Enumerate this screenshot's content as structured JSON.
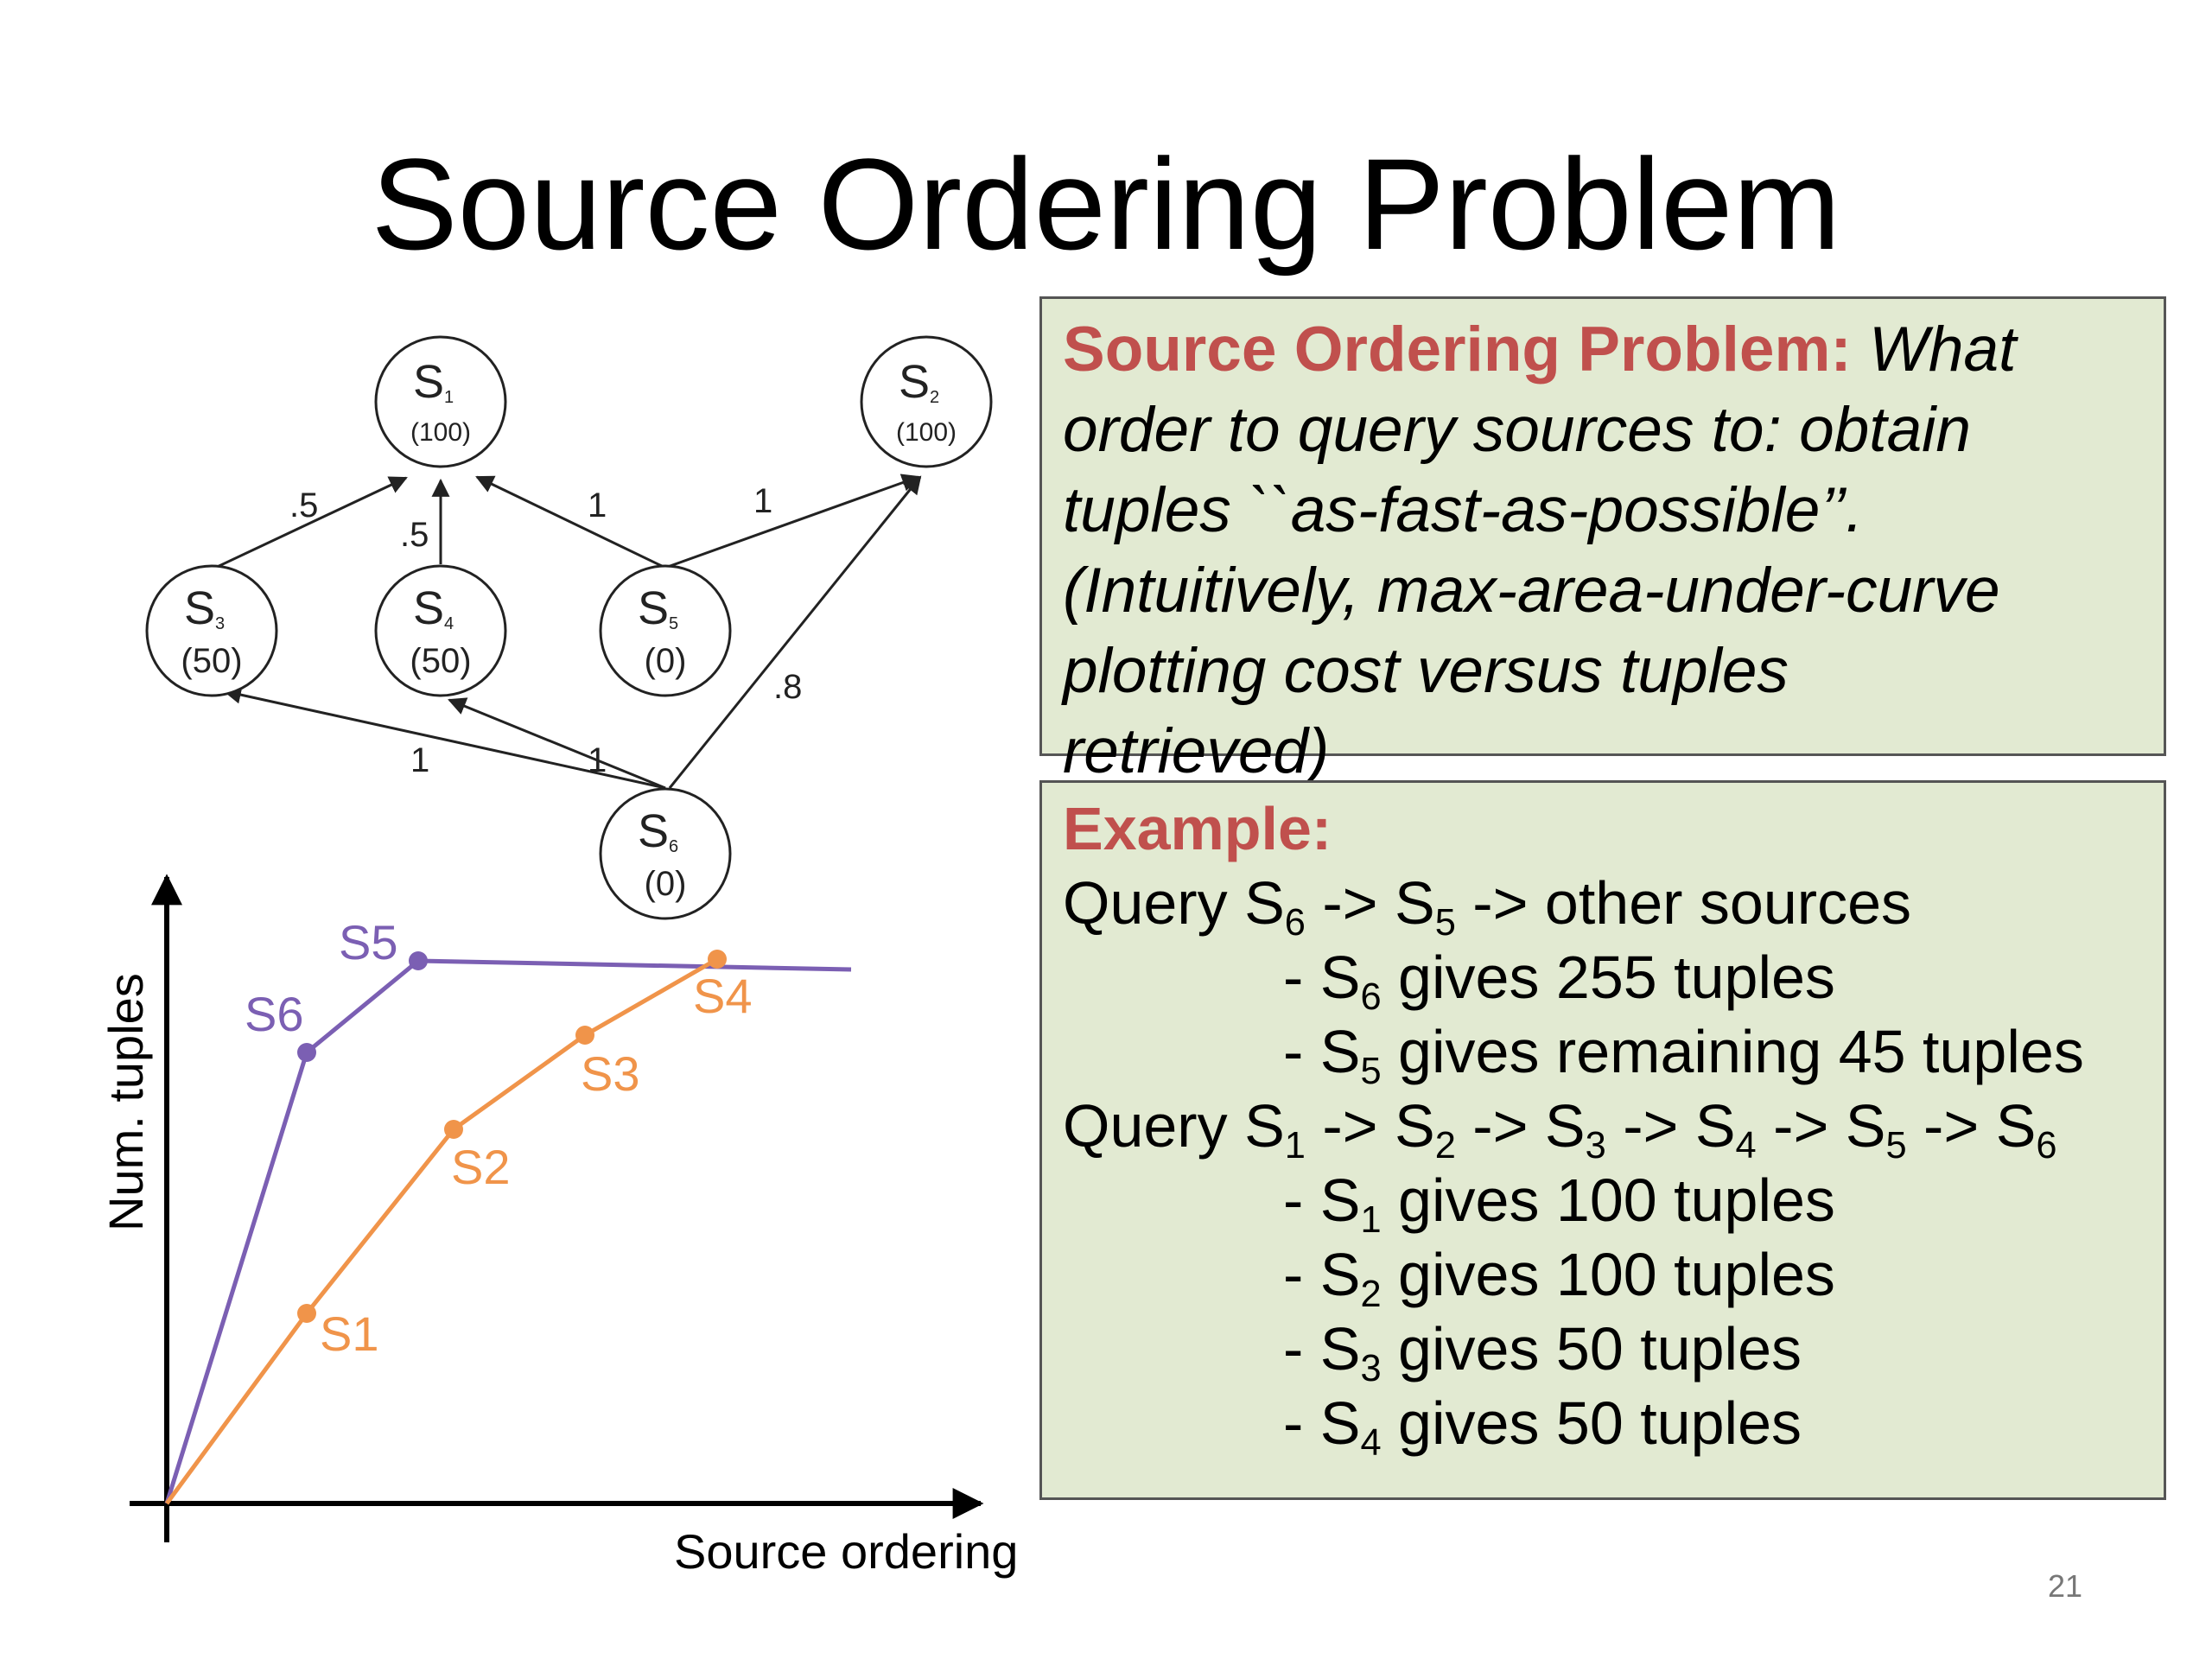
{
  "title": "Source Ordering Problem",
  "page_number": "21",
  "colors": {
    "purple": "#7b5fb3",
    "orange": "#f0944a",
    "header_red": "#c0504d",
    "box_fill": "#e2ead2"
  },
  "graph": {
    "nodes": [
      {
        "id": "S1",
        "base": "S",
        "sub": "1",
        "value": "(100)"
      },
      {
        "id": "S2",
        "base": "S",
        "sub": "2",
        "value": "(100)"
      },
      {
        "id": "S3",
        "base": "S",
        "sub": "3",
        "value": "(50)"
      },
      {
        "id": "S4",
        "base": "S",
        "sub": "4",
        "value": "(50)"
      },
      {
        "id": "S5",
        "base": "S",
        "sub": "5",
        "value": "(0)"
      },
      {
        "id": "S6",
        "base": "S",
        "sub": "6",
        "value": "(0)"
      }
    ],
    "edges": [
      {
        "from": "S3",
        "to": "S1",
        "label": ".5"
      },
      {
        "from": "S4",
        "to": "S1",
        "label": ".5"
      },
      {
        "from": "S5",
        "to": "S1",
        "label": "1"
      },
      {
        "from": "S5",
        "to": "S2",
        "label": "1"
      },
      {
        "from": "S6",
        "to": "S3",
        "label": "1"
      },
      {
        "from": "S6",
        "to": "S4",
        "label": "1"
      },
      {
        "from": "S6",
        "to": "S2",
        "label": ".8"
      }
    ]
  },
  "plot": {
    "xlabel": "Source ordering",
    "ylabel": "Num. tuples",
    "purple_labels": [
      "S6",
      "S5"
    ],
    "orange_labels": [
      "S1",
      "S2",
      "S3",
      "S4"
    ]
  },
  "box1": {
    "header": "Source Ordering Problem:",
    "lines": [
      " What",
      "order to query sources to: obtain",
      "tuples ``as-fast-as-possible’’.",
      "(Intuitively, max-area-under-curve",
      "plotting cost versus tuples",
      "retrieved)"
    ]
  },
  "box2": {
    "header": "Example:",
    "q1": {
      "prefix": "Query ",
      "s_a": "6",
      "s_b": "5",
      "suffix": " -> other sources"
    },
    "q1_items": [
      {
        "sub": "6",
        "text": " gives 255 tuples"
      },
      {
        "sub": "5",
        "text": " gives remaining 45 tuples"
      }
    ],
    "q2": {
      "prefix": "Query ",
      "subs": [
        "1",
        "2",
        "3",
        "4",
        "5",
        "6"
      ]
    },
    "q2_items": [
      {
        "sub": "1",
        "text": " gives 100 tuples"
      },
      {
        "sub": "2",
        "text": " gives 100 tuples"
      },
      {
        "sub": "3",
        "text": " gives 50 tuples"
      },
      {
        "sub": "4",
        "text": " gives 50 tuples"
      }
    ]
  }
}
